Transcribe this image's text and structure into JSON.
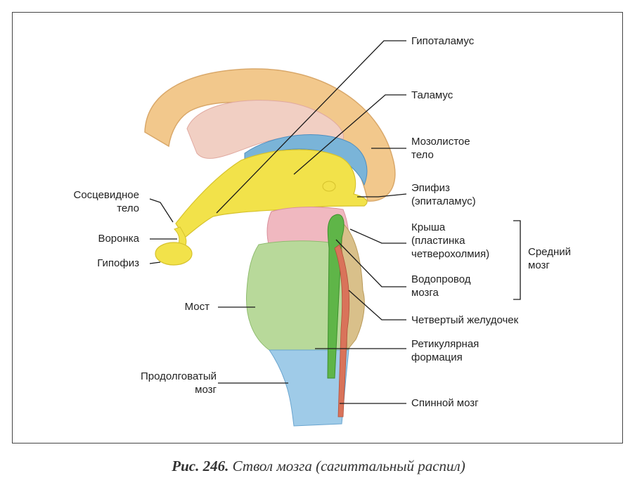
{
  "labels": {
    "hypothalamus": "Гипоталамус",
    "thalamus": "Таламус",
    "corpus_callosum": [
      "Мозолистое",
      "тело"
    ],
    "epiphysis": [
      "Эпифиз",
      "(эпиталамус)"
    ],
    "tectum": [
      "Крыша",
      "(пластинка",
      "четверохолмия)"
    ],
    "midbrain": [
      "Средний",
      "мозг"
    ],
    "aqueduct": [
      "Водопровод",
      "мозга"
    ],
    "fourth_ventricle": "Четвертый желудочек",
    "reticular": [
      "Ретикулярная",
      "формация"
    ],
    "spinal_cord": "Спинной мозг",
    "mammillary": [
      "Сосцевидное",
      "тело"
    ],
    "infundibulum": "Воронка",
    "pituitary": "Гипофиз",
    "pons": "Мост",
    "medulla": [
      "Продолговатый",
      "мозг"
    ]
  },
  "caption": {
    "prefix": "Рис. 246.",
    "text": "Ствол мозга (сагиттальный распил)"
  },
  "colors": {
    "corpus_callosum": "#f2c88c",
    "septum": "#f1cfc3",
    "fornix_blue": "#7ab4d8",
    "diencephalon": "#f2e24a",
    "midbrain_pink": "#f0b8c0",
    "pons_green": "#b8d99a",
    "medulla_blue": "#9fcbe8",
    "aqueduct_green": "#5fb548",
    "ventricle_red": "#d9735a",
    "line": "#1a1a1a"
  }
}
